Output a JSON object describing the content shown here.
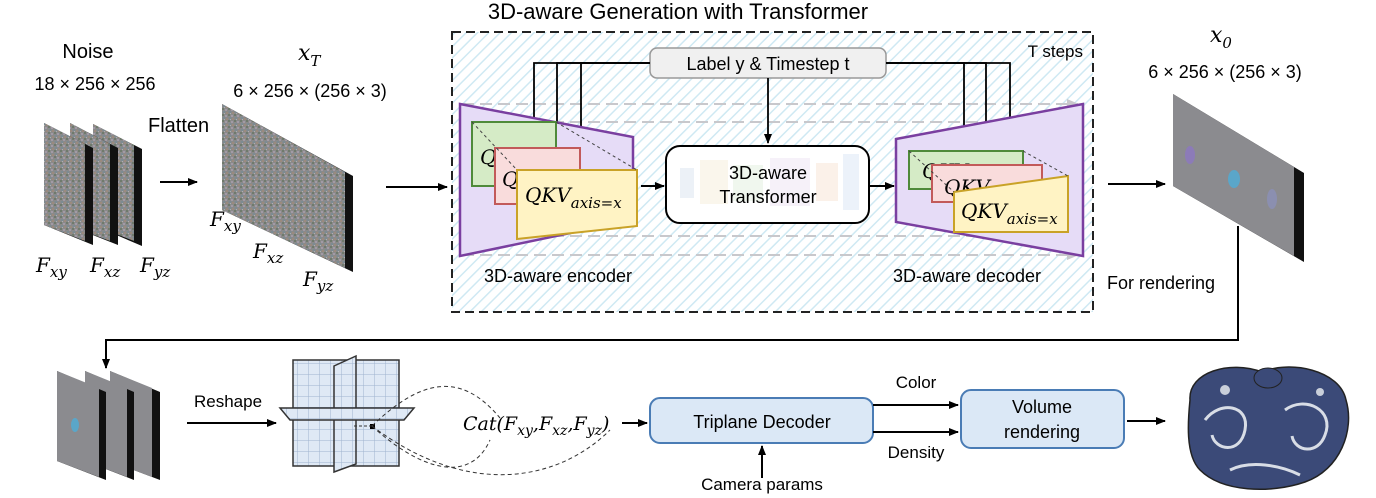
{
  "header": {
    "title": "3D-aware Generation with Transformer",
    "t_steps": "T steps"
  },
  "noise": {
    "label": "Noise",
    "dims": "18 × 256 × 256",
    "planes": [
      "F",
      "F",
      "F"
    ],
    "subs": [
      "xy",
      "xz",
      "yz"
    ]
  },
  "flatten": {
    "label": "Flatten"
  },
  "xt": {
    "sym": "x",
    "sub": "T",
    "dims": "6 × 256 × (256 × 3)",
    "planes": [
      "F",
      "F",
      "F"
    ],
    "subs": [
      "xy",
      "xz",
      "yz"
    ]
  },
  "label_box": {
    "text": "Label y & Timestep t"
  },
  "encoder": {
    "label": "3D-aware encoder",
    "q1": "Q",
    "q2": "Q",
    "qkv": "QKV",
    "qkv_sub": "axis=x"
  },
  "transformer": {
    "line1": "3D-aware",
    "line2": "Transformer"
  },
  "decoder": {
    "label": "3D-aware decoder",
    "k1": "QKV",
    "k2": "QKV",
    "qkv": "QKV",
    "qkv_sub": "axis=x"
  },
  "x0": {
    "sym": "x",
    "sub": "0",
    "dims": "6 × 256 × (256 × 3)"
  },
  "for_rendering": "For rendering",
  "reshape": "Reshape",
  "cat": {
    "fn": "Cat(",
    "f": "F",
    "subs": [
      "xy",
      "xz",
      "yz"
    ],
    "sep": ",",
    "close": ")"
  },
  "triplane_decoder": "Triplane Decoder",
  "camera_params": "Camera params",
  "color": "Color",
  "density": "Density",
  "volume": {
    "line1": "Volume",
    "line2": "rendering"
  },
  "colors": {
    "purple_fill": "#e6dcf7",
    "purple_stroke": "#7a3fa0",
    "green_fill": "#d5ebc6",
    "green_stroke": "#4f8a3a",
    "pink_fill": "#f9dcdc",
    "pink_stroke": "#c25a5a",
    "yellow_fill": "#fff3c4",
    "yellow_stroke": "#c9a227",
    "blue_fill": "#dbe8f6",
    "blue_stroke": "#4a7cb5",
    "hatch": "#d4ecf5"
  }
}
